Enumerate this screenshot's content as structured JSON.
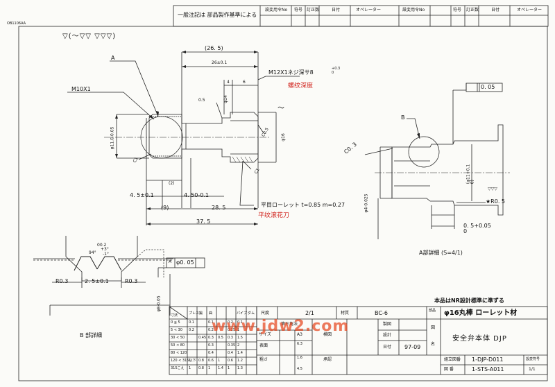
{
  "header": {
    "note": "一般注記は 部品製作基準による",
    "rev_cols_left": [
      "設変用令No",
      "符号",
      "訂正数",
      "日付",
      "オペレーター"
    ],
    "rev_cols_right": [
      "設変用令No",
      "符号",
      "訂正数",
      "日付",
      "オペレーター"
    ],
    "tag": "OB1106AA"
  },
  "surface_symbol": "▽(～▽▽ ▽▽▽)",
  "main_view": {
    "label_A": "A",
    "thread": "M10X1",
    "dim_overall_paren": "(26. 5)",
    "dim_26": "26±0.1",
    "dim_4": "4",
    "dim_6": "6",
    "thread_depth": "M12X1ネジ深サ8",
    "thread_depth_tol": "+0.3\n0",
    "thread_depth_cn": "螺纹深度",
    "dim_05": "0.5",
    "dia_14": "φ14",
    "dia_11": "φ11.0-0.05",
    "dia_16": "φ16",
    "c05": "C0.5",
    "c1_left": "C1",
    "c1_right": "C1",
    "approx": "～",
    "dim_2": "(2)",
    "dim_45": "4. 5±0.1",
    "dim_45b": "4. 50-0.1",
    "dim_9": "(9)",
    "dim_285": "28. 5",
    "dim_375": "37. 5",
    "knurl": "平目ローレット  t=0.85  m=0.27",
    "knurl_cn": "平纹滚花刀"
  },
  "detail_a": {
    "label_B": "B",
    "runout": "0. 05",
    "c03": "C0. 3",
    "dia_11_tol": "(φ11+0.1\n0)",
    "dia_4": "φ4-0.025",
    "r05": "★R0. 5",
    "dim_05": "0. 5+0.05\n0",
    "title": "A部詳細  (S=4/1)",
    "surface": "▽▽▽"
  },
  "detail_b": {
    "dim_02": "00.2",
    "angle": "94°",
    "tol_plus": "+3°",
    "tol_minus": "-1°",
    "r03_left": "R0.3",
    "r03_right": "R0.3",
    "dim_25": "2. 5±0.1",
    "runout": "φ0. 05",
    "ref": "A",
    "dia_8": "φ8-0.05",
    "title": "B 部詳細"
  },
  "tolerance_table": {
    "header": [
      "寸法",
      "プレス",
      "鍛",
      "曲",
      "パイプ",
      "ダム"
    ],
    "rows": [
      [
        "0 ≦ 5",
        "0.1",
        "",
        "0.1",
        "",
        "0.2",
        "0.1"
      ],
      [
        "5 < 30",
        "0.2",
        "",
        "0.2",
        "",
        "0.25",
        "1"
      ],
      [
        "30 < 50",
        "",
        "0.45",
        "0.3",
        "0.5",
        "0.3",
        "1.5"
      ],
      [
        "50 < 80",
        "",
        "",
        "0.3",
        "",
        "0.35",
        "2"
      ],
      [
        "80 < 120",
        "",
        "",
        "0.4",
        "",
        "0.4",
        "1.4"
      ],
      [
        "120 < 315以下",
        "1",
        "0.8",
        "0.6",
        "1",
        "0.6",
        "1.2"
      ],
      [
        "315こえ",
        "1",
        "0.8",
        "1",
        "1.4",
        "1",
        "1.3"
      ]
    ]
  },
  "title_block": {
    "caption": "本品はNR設計標準に準ずる",
    "scale_label": "尺度",
    "scale": "2/1",
    "material_label": "材質",
    "material": "BC-6",
    "stock": "φ16丸棒 ローレット材",
    "third_angle": "第三角法",
    "size_label": "サイズ",
    "size": "A3",
    "surface_label": "表面",
    "roughness_label": "粗さ",
    "surface_vals": [
      "6.3",
      "1.6",
      "4.5"
    ],
    "check": "検図",
    "approve": "承認",
    "design": "設計",
    "drawn": "製図",
    "date_label": "日付",
    "date": "97-09",
    "zu": "図",
    "mei": "名",
    "part_name": "安全弁本体  DJP",
    "assembly_label": "組立図番",
    "assembly_no": "1-DJP-D011",
    "drawing_label": "図  番",
    "drawing_no": "1-STS-A011",
    "rev_label": "設変符号",
    "sheet": "1/1",
    "parts_label": "部品"
  },
  "watermark": "www.jdw2.com"
}
